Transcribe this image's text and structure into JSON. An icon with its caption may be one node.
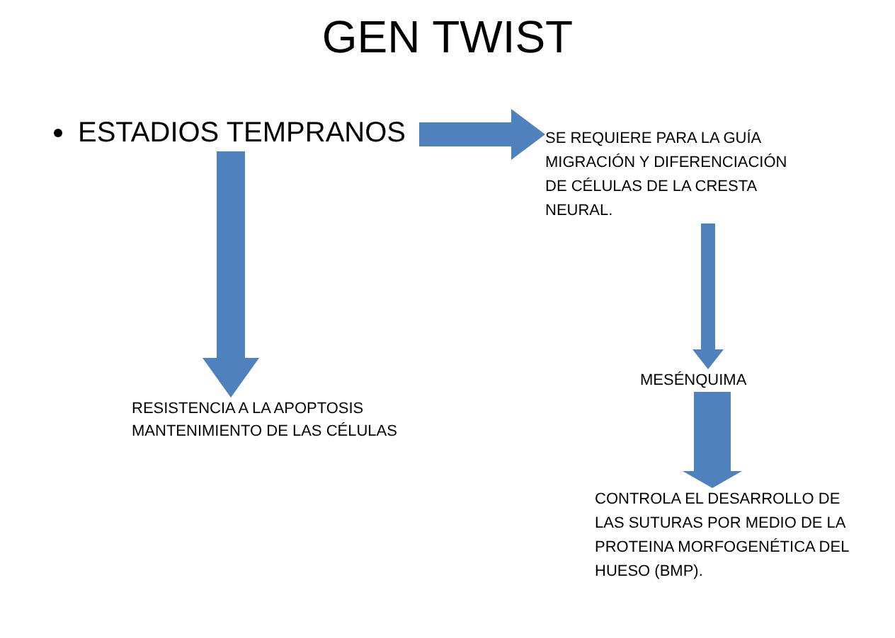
{
  "diagram": {
    "title": "GEN TWIST",
    "nodes": [
      {
        "text": [
          "ESTADIOS TEMPRANOS"
        ]
      },
      {
        "text": [
          "SE REQUIERE PARA LA GUÍA MIGRACIÓN Y DIFERENCIACIÓN DE CÉLULAS  DE LA CRESTA NEURAL."
        ]
      },
      {
        "text": [
          "RESISTENCIA A LA APOPTOSIS MANTENIMIENTO DE LAS CÉLULAS"
        ]
      },
      {
        "text": [
          "MESÉNQUIMA"
        ]
      },
      {
        "text": [
          "CONTROLA EL DESARROLLO DE LAS SUTURAS POR MEDIO DE LA PROTEINA MORFOGENÉTICA DEL HUESO (BMP)."
        ]
      }
    ],
    "edges": [
      {
        "from": 0,
        "to": 1,
        "arrow": "to"
      },
      {
        "from": 0,
        "to": 2,
        "arrow": "to"
      },
      {
        "from": 1,
        "to": 3,
        "arrow": "to"
      },
      {
        "from": 3,
        "to": 4,
        "arrow": "to"
      }
    ]
  }
}
